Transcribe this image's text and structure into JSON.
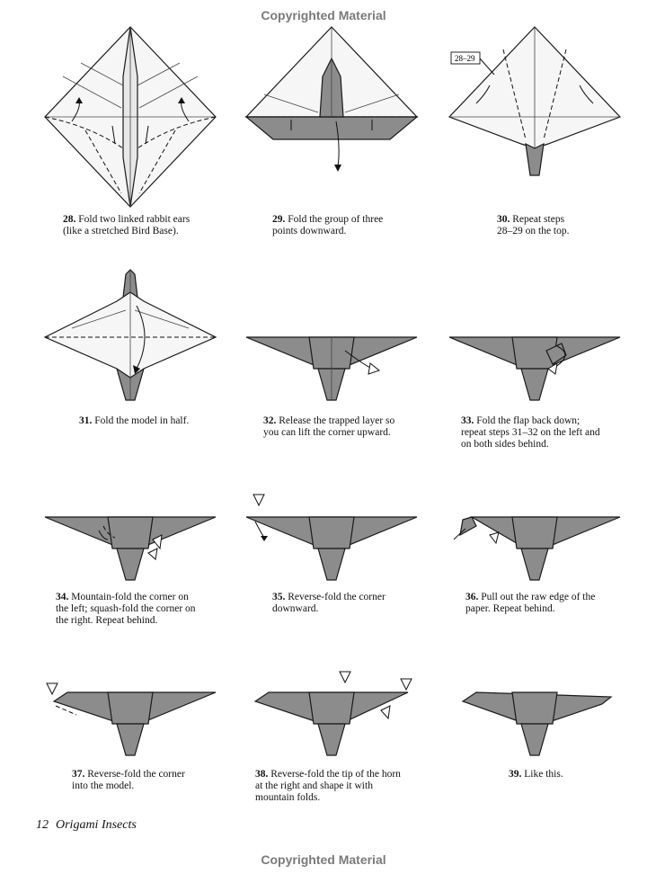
{
  "banner": {
    "top": "Copyrighted Material",
    "bottom": "Copyrighted Material"
  },
  "steps": [
    {
      "num": "28.",
      "text": " Fold two linked rabbit ears\n(like a stretched Bird Base)."
    },
    {
      "num": "29.",
      "text": " Fold the group of three\npoints downward."
    },
    {
      "num": "30.",
      "text": " Repeat steps\n28–29 on the top.",
      "ref": "28–29"
    },
    {
      "num": "31.",
      "text": " Fold the model in half."
    },
    {
      "num": "32.",
      "text": " Release the trapped layer so\nyou can lift the corner upward."
    },
    {
      "num": "33.",
      "text": " Fold the flap back down;\nrepeat steps 31–32 on the left and\non both sides behind."
    },
    {
      "num": "34.",
      "text": " Mountain-fold the corner on\nthe left; squash-fold the corner on\nthe right. Repeat behind."
    },
    {
      "num": "35.",
      "text": " Reverse-fold the corner\ndownward."
    },
    {
      "num": "36.",
      "text": " Pull out the raw edge of the\npaper. Repeat behind."
    },
    {
      "num": "37.",
      "text": " Reverse-fold the corner\ninto the model."
    },
    {
      "num": "38.",
      "text": " Reverse-fold the tip of the horn\nat the right and shape it with\nmountain folds."
    },
    {
      "num": "39.",
      "text": " Like this."
    }
  ],
  "footer": {
    "page_number": "12",
    "book_title": "Origami Insects"
  }
}
